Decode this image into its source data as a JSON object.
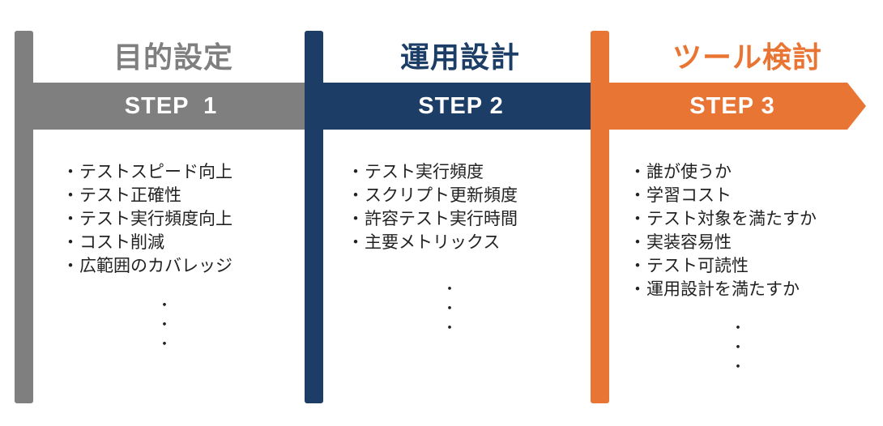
{
  "colors": {
    "step1": "#7f7f7f",
    "step2": "#1c3e66",
    "step3": "#e97535"
  },
  "steps": [
    {
      "title": "目的設定",
      "label": "STEP  1",
      "items": [
        "テストスピード向上",
        "テスト正確性",
        "テスト実行頻度向上",
        "コスト削減",
        "広範囲のカバレッジ"
      ],
      "ellipsis": "・\n・\n・"
    },
    {
      "title": "運用設計",
      "label": "STEP 2",
      "items": [
        "テスト実行頻度",
        "スクリプト更新頻度",
        "許容テスト実行時間",
        "主要メトリックス"
      ],
      "ellipsis": "・\n・\n・"
    },
    {
      "title": "ツール検討",
      "label": "STEP 3",
      "items": [
        "誰が使うか",
        "学習コスト",
        "テスト対象を満たすか",
        "実装容易性",
        "テスト可読性",
        "運用設計を満たすか"
      ],
      "ellipsis": "・\n・\n・"
    }
  ],
  "bullet": "・"
}
